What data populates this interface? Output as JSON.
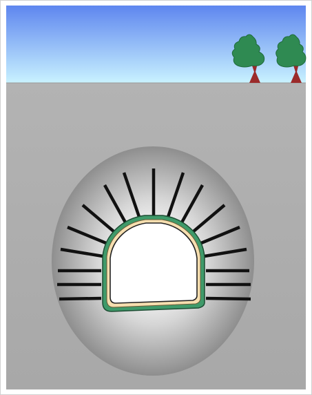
{
  "diagram": {
    "subject": "tunnel-cross-section-with-rock-bolts",
    "colors": {
      "sky_top": "#5e86ef",
      "sky_bottom": "#c9f2ff",
      "ground": "#b3b3b3",
      "ground_dark": "#a8a8a8",
      "zone_edge": "#8e8e8e",
      "zone_center": "#ffffff",
      "lining": "#3f9a6a",
      "inner_lining": "#f6dfb0",
      "tunnel_void": "#ffffff",
      "bolt": "#111111",
      "tree_foliage": "#2f8a52",
      "tree_foliage_dark": "#1f6a3c",
      "tree_trunk": "#9b2b2b"
    },
    "trees": 2,
    "rock_bolts": 17
  }
}
